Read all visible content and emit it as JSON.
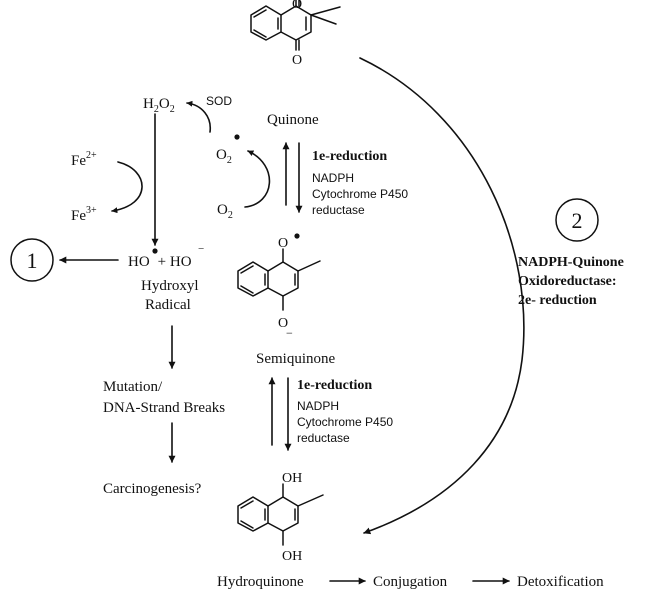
{
  "compounds": {
    "quinone": "Quinone",
    "semiquinone": "Semiquinone",
    "hydroquinone": "Hydroquinone"
  },
  "atoms": {
    "oxygen": "O",
    "hydroxyl": "OH",
    "minus": "−"
  },
  "left": {
    "h2o2_h": "H",
    "h2o2_sub": "2",
    "h2o2_o": "O",
    "sod": "SOD",
    "o2_o": "O",
    "o2_sub": "2",
    "fe2_base": "Fe",
    "fe2_sup": "2+",
    "fe3_base": "Fe",
    "fe3_sup": "3+",
    "hydroxyl_a": "HO",
    "hydroxyl_plus": "+ HO",
    "radical_label_1": "Hydroxyl",
    "radical_label_2": "Radical",
    "mutation_1": "Mutation/",
    "mutation_2": "DNA-Strand Breaks",
    "carcinogenesis": "Carcinogenesis?"
  },
  "reduction": {
    "step": "1e-reduction",
    "cofactor_1": "NADPH",
    "cofactor_2": "Cytochrome P450",
    "cofactor_3": "reductase"
  },
  "path2": {
    "line1": "NADPH-Quinone",
    "line2": "Oxidoreductase:",
    "line3": "2e- reduction"
  },
  "markers": {
    "one": "1",
    "two": "2"
  },
  "bottom": {
    "conjugation": "Conjugation",
    "detoxification": "Detoxification"
  }
}
